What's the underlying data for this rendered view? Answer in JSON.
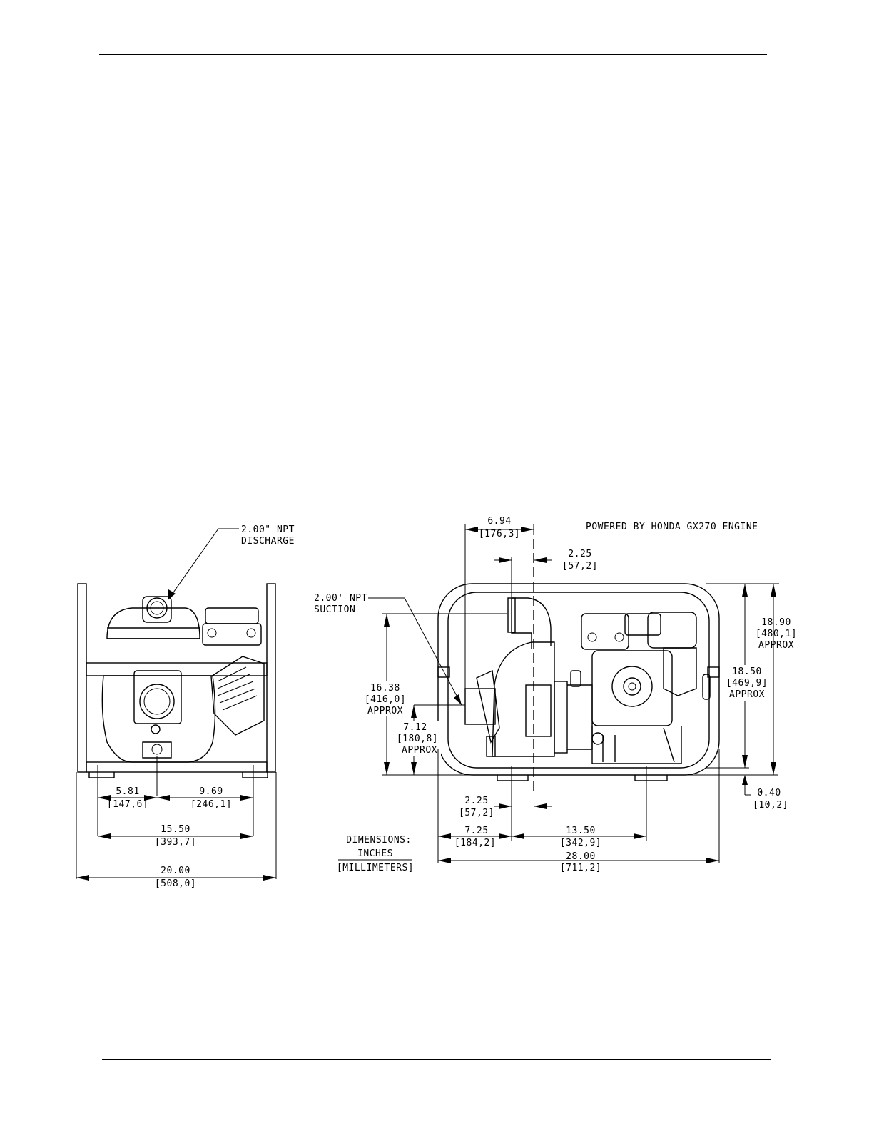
{
  "header": {},
  "footer": {},
  "diagram": {
    "title": "POWERED BY HONDA GX270 ENGINE",
    "labels": {
      "discharge_1": "2.00\" NPT",
      "discharge_2": "DISCHARGE",
      "suction_1": "2.00' NPT",
      "suction_2": "SUCTION",
      "units_1": "DIMENSIONS:",
      "units_2": "INCHES",
      "units_3": "[MILLIMETERS]"
    },
    "front_view": {
      "d_left": {
        "in": "5.81",
        "mm": "[147,6]"
      },
      "d_right": {
        "in": "9.69",
        "mm": "[246,1]"
      },
      "d_feet": {
        "in": "15.50",
        "mm": "[393,7]"
      },
      "d_width": {
        "in": "20.00",
        "mm": "[508,0]"
      }
    },
    "side_view": {
      "d_top_offset": {
        "in": "6.94",
        "mm": "[176,3]"
      },
      "d_top_small": {
        "in": "2.25",
        "mm": "[57,2]"
      },
      "d_suction_height": {
        "in": "16.38",
        "mm": "[416,0]",
        "note": "APPROX"
      },
      "d_inlet_height": {
        "in": "7.12",
        "mm": "[180,8]",
        "note": "APPROX"
      },
      "d_overall_height": {
        "in": "18.90",
        "mm": "[480,1]",
        "note": "APPROX"
      },
      "d_frame_height": {
        "in": "18.50",
        "mm": "[469,9]",
        "note": "APPROX"
      },
      "d_foot_height": {
        "in": "0.40",
        "mm": "[10,2]"
      },
      "d_bottom_small": {
        "in": "2.25",
        "mm": "[57,2]"
      },
      "d_left_offset": {
        "in": "7.25",
        "mm": "[184,2]"
      },
      "d_feet_span": {
        "in": "13.50",
        "mm": "[342,9]"
      },
      "d_length": {
        "in": "28.00",
        "mm": "[711,2]"
      }
    }
  }
}
